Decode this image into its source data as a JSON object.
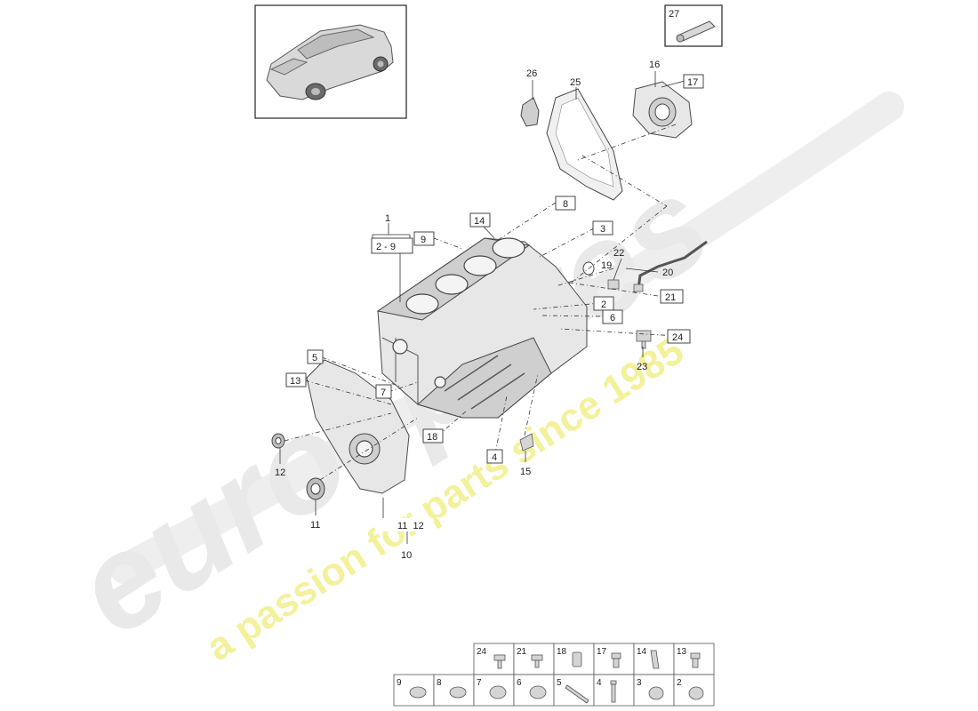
{
  "watermark": {
    "brand": "eurospares",
    "tagline": "a passion for parts since 1985"
  },
  "callouts": {
    "c1": "1",
    "c2to9": "2 - 9",
    "c2": "2",
    "c3": "3",
    "c4": "4",
    "c5": "5",
    "c6": "6",
    "c7": "7",
    "c8": "8",
    "c9": "9",
    "c10": "10",
    "c11_12": "11  12",
    "c11": "11",
    "c12": "12",
    "c13": "13",
    "c14": "14",
    "c15": "15",
    "c16": "16",
    "c17": "17",
    "c18": "18",
    "c19": "19",
    "c20": "20",
    "c21": "21",
    "c22": "22",
    "c23": "23",
    "c24": "24",
    "c25": "25",
    "c26": "26",
    "c27": "27"
  },
  "legend_grid": {
    "top_row": [
      "24",
      "21",
      "18",
      "17",
      "14",
      "13"
    ],
    "bottom_row": [
      "9",
      "8",
      "7",
      "6",
      "5",
      "4",
      "3",
      "2"
    ]
  },
  "icons": {
    "vehicle": "suv-thumbnail-icon",
    "sealant": "sealant-tube-icon"
  }
}
